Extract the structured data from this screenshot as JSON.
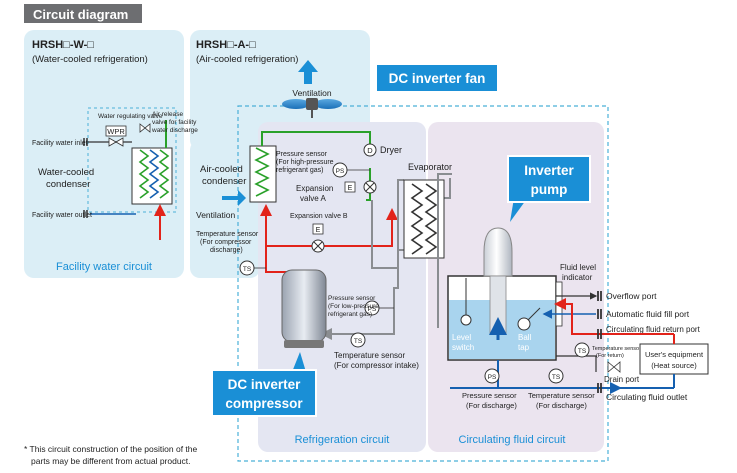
{
  "header": {
    "title": "Circuit diagram"
  },
  "panels": {
    "water": {
      "model": "HRSH□-W-□",
      "subtitle": "(Water-cooled refrigeration)",
      "circuit_label": "Facility water circuit"
    },
    "air": {
      "model": "HRSH□-A-□",
      "subtitle": "(Air-cooled refrigeration)"
    },
    "refrigeration": {
      "circuit_label": "Refrigeration circuit"
    },
    "fluid": {
      "circuit_label": "Circulating fluid circuit"
    }
  },
  "callouts": {
    "fan": "DC inverter fan",
    "pump_line1": "Inverter",
    "pump_line2": "pump",
    "comp_line1": "DC inverter",
    "comp_line2": "compressor"
  },
  "water_side": {
    "valve_label": "Water regulating valve",
    "release_line1": "Air release",
    "release_line2": "valve for facility",
    "release_line3": "water discharge",
    "wpr": "WPR",
    "inlet": "Facility water inlet",
    "outlet": "Facility water outlet",
    "condenser_line1": "Water-cooled",
    "condenser_line2": "condenser"
  },
  "air_side": {
    "ventilation_top": "Ventilation",
    "ventilation_left": "Ventilation",
    "condenser_line1": "Air-cooled",
    "condenser_line2": "condenser"
  },
  "refrig": {
    "dryer_symbol": "D",
    "dryer": "Dryer",
    "ps_high_1": "Pressure sensor",
    "ps_high_2": "(For high-pressure",
    "ps_high_3": "refrigerant gas)",
    "ps_symbol": "PS",
    "ts_symbol": "TS",
    "e_symbol": "E",
    "exp_a_1": "Expansion",
    "exp_a_2": "valve A",
    "exp_b": "Expansion valve B",
    "evaporator": "Evaporator",
    "ts_disc_1": "Temperature sensor",
    "ts_disc_2": "(For compressor",
    "ts_disc_3": "discharge)",
    "ps_low_1": "Pressure sensor",
    "ps_low_2": "(For low-pressure",
    "ps_low_3": "refrigerant gas)",
    "ts_intake_1": "Temperature sensor",
    "ts_intake_2": "(For compressor intake)"
  },
  "fluid_side": {
    "level_indicator_1": "Fluid level",
    "level_indicator_2": "indicator",
    "level_switch_1": "Level",
    "level_switch_2": "switch",
    "ball_tap_1": "Ball",
    "ball_tap_2": "tap",
    "overflow": "Overflow port",
    "auto_fill": "Automatic fluid fill port",
    "return_port": "Circulating fluid return port",
    "ts_return_1": "Temperature sensor",
    "ts_return_2": "(For return)",
    "user_eq_1": "User's equipment",
    "user_eq_2": "(Heat source)",
    "drain": "Drain port",
    "ps_disc_1": "Pressure sensor",
    "ps_disc_2": "(For discharge)",
    "ts_disc_1": "Temperature sensor",
    "ts_disc_2": "(For discharge)",
    "outlet": "Circulating fluid outlet"
  },
  "footnote": {
    "line1": "* This circuit construction of the position of the",
    "line2": "parts may be different from actual product."
  },
  "colors": {
    "header_bg": "#6d6e71",
    "callout_blue": "#1a8fd6",
    "panel_blue": "#dbeef6",
    "refrig_panel": "#e4e6f2",
    "fluid_panel": "#ebe4ef",
    "pipe_red": "#e2231a",
    "pipe_green": "#2aa12a",
    "pipe_blue": "#1560b0",
    "pipe_grey": "#8a8d91",
    "tank_water": "#a9d4ee"
  }
}
